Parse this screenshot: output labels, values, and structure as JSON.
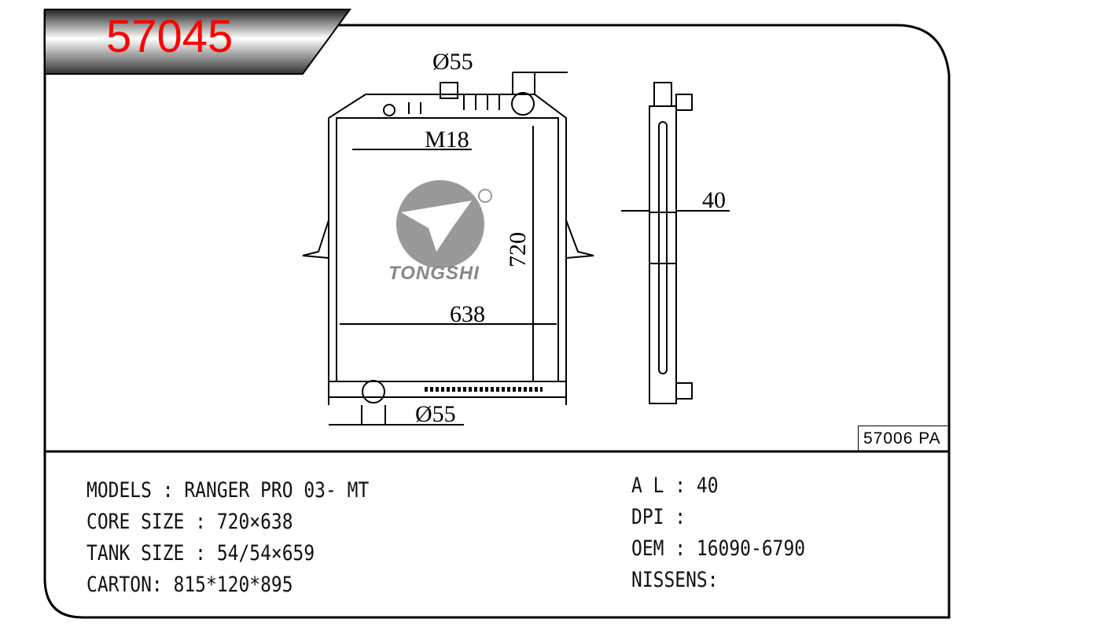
{
  "header": {
    "part_number": "57045",
    "reference": "57006 PA"
  },
  "drawing": {
    "dimensions": {
      "top_inlet": "Ø55",
      "thread": "M18",
      "height": "720",
      "width": "638",
      "bottom_outlet": "Ø55",
      "thickness": "40"
    },
    "logo": {
      "brand": "TONGSHI",
      "mark": "®"
    }
  },
  "specs_left": [
    {
      "label": "MODELS : ",
      "value": "RANGER PRO 03- MT"
    },
    {
      "label": "CORE SIZE : ",
      "value": "720×638"
    },
    {
      "label": "TANK SIZE : ",
      "value": "54/54×659"
    },
    {
      "label": "CARTON: ",
      "value": "815*120*895"
    }
  ],
  "specs_right": [
    {
      "label": "A L : ",
      "value": "40"
    },
    {
      "label": "DPI : ",
      "value": ""
    },
    {
      "label": "OEM : ",
      "value": "16090-6790"
    },
    {
      "label": "NISSENS:",
      "value": ""
    }
  ]
}
